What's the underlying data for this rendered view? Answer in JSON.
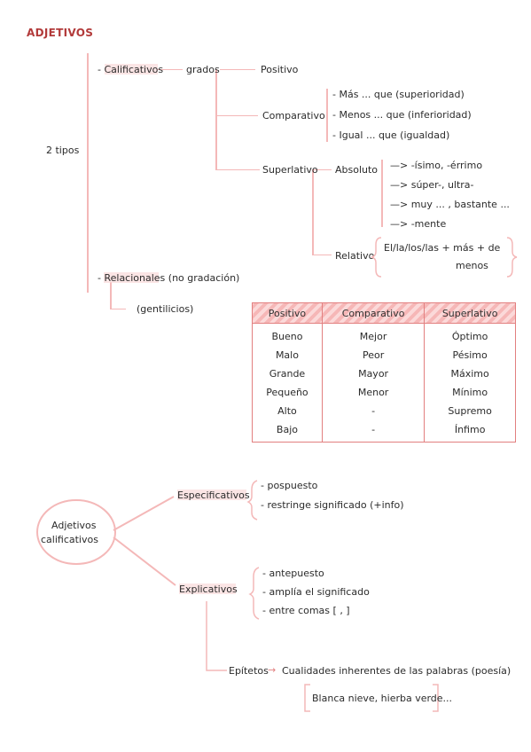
{
  "title": "ADJETIVOS",
  "tree": {
    "root": "2 tipos",
    "calificativos": "- Calificativos",
    "grados": "grados",
    "positivo": "Positivo",
    "comparativo": "Comparativo",
    "comparativo_items": [
      "- Más ... que (superioridad)",
      "- Menos ... que (inferioridad)",
      "- Igual ... que (igualdad)"
    ],
    "superlativo": "Superlativo",
    "absoluto": "Absoluto",
    "absoluto_items": [
      "—> -ísimo, -érrimo",
      "—> súper-, ultra-",
      "—> muy ... , bastante ...",
      "—> -mente"
    ],
    "relativo": "Relativo",
    "relativo_line1": "El/la/los/las +  más +  de",
    "relativo_line2": "menos",
    "relacionales": "- Relacionales (no gradación)",
    "gentilicios": "(gentilicios)"
  },
  "table": {
    "headers": [
      "Positivo",
      "Comparativo",
      "Superlativo"
    ],
    "columns": [
      [
        "Bueno",
        "Malo",
        "Grande",
        "Pequeño",
        "Alto",
        "Bajo"
      ],
      [
        "Mejor",
        "Peor",
        "Mayor",
        "Menor",
        "-",
        "-"
      ],
      [
        "Óptimo",
        "Pésimo",
        "Máximo",
        "Mínimo",
        "Supremo",
        "Ínfimo"
      ]
    ]
  },
  "mindmap": {
    "center_line1": "Adjetivos",
    "center_line2": "calificativos",
    "especificativos": "Especificativos",
    "especificativos_items": [
      "- pospuesto",
      "- restringe significado (+info)"
    ],
    "explicativos": "Explicativos",
    "explicativos_items": [
      "- antepuesto",
      "- amplía el significado",
      "- entre comas [ , ]"
    ],
    "epitetos": "Epítetos",
    "epitetos_arrow": "→",
    "epitetos_def": "Cualidades inherentes de las palabras (poesía)",
    "example": "Blanca nieve, hierba verde..."
  },
  "colors": {
    "accent": "#f4b8b8",
    "title": "#b23a3a",
    "table_border": "#e27f7f"
  }
}
